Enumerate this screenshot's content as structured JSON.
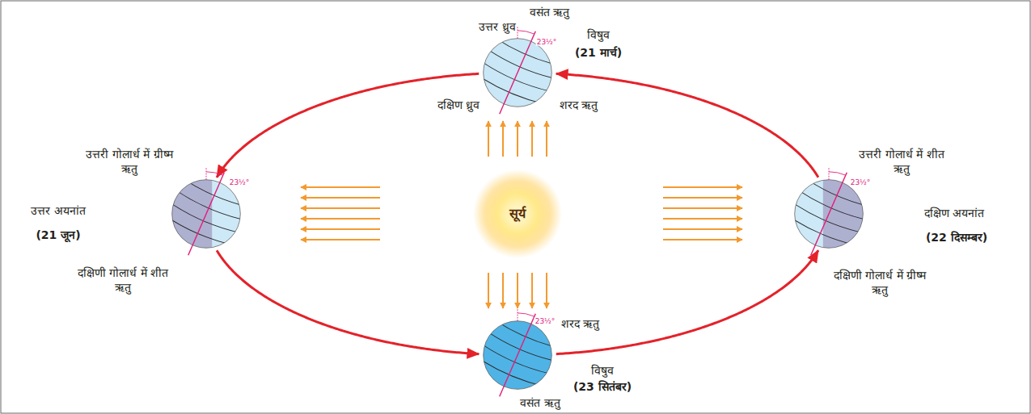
{
  "diagram": {
    "nodes": [
      {
        "text": [
          "वसंत ऋतु",
          "उत्तर ध्रुव",
          "विषुव",
          "(21 मार्च)",
          "दक्षिण ध्रुव",
          "शरद ऋतु"
        ]
      },
      {
        "text": [
          "उत्तरी गोलार्ध में ग्रीष्म ऋतु",
          "उत्तर अयनांत",
          "(21 जून)",
          "दक्षिणी गोलार्ध में शीत ऋतु"
        ]
      },
      {
        "text": [
          "सूर्य"
        ]
      },
      {
        "text": [
          "उत्तरी गोलार्ध में शीत ऋतु",
          "दक्षिण अयनांत",
          "(22 दिसम्बर)",
          "दक्षिणी गोलार्ध में ग्रीष्म ऋतु"
        ]
      },
      {
        "text": [
          "शरद ऋतु",
          "विषुव",
          "(23 सितंबर)",
          "वसंत ऋतु"
        ]
      }
    ],
    "edges": [
      {
        "from": 0,
        "to": 1,
        "arrow": "to"
      },
      {
        "from": 1,
        "to": 4,
        "arrow": "to"
      },
      {
        "from": 4,
        "to": 3,
        "arrow": "to"
      },
      {
        "from": 3,
        "to": 0,
        "arrow": "to"
      }
    ],
    "labels": [
      "23½°",
      "23½°",
      "23½°",
      "23½°"
    ]
  }
}
